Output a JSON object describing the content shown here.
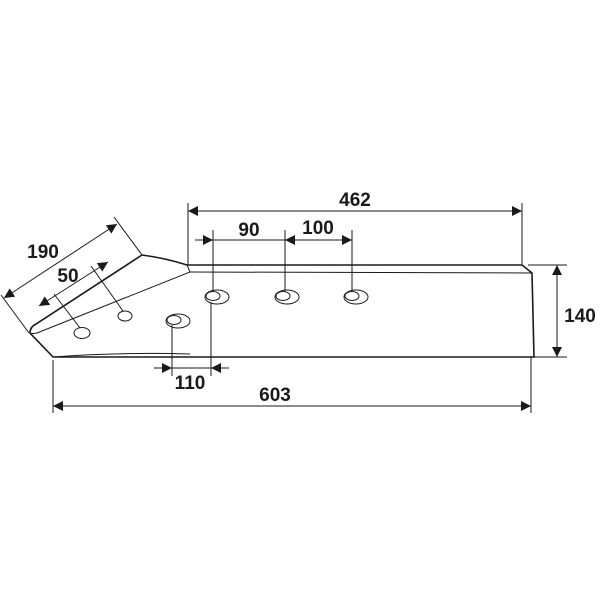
{
  "drawing": {
    "title": "Share blade dimension drawing",
    "dimensions": {
      "total_length": "603",
      "upper_length": "462",
      "hole_spacing_1": "90",
      "hole_spacing_2": "100",
      "hole_offset": "110",
      "height": "140",
      "wing_length": "190",
      "wing_hole_spacing": "50"
    },
    "line_color": "#1a1a1a"
  }
}
